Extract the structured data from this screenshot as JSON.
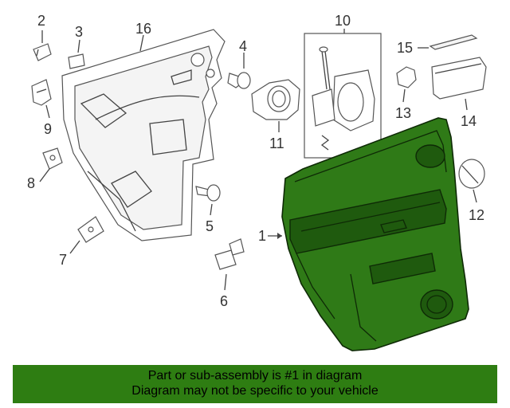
{
  "diagram": {
    "callouts": {
      "c1": "1",
      "c2": "2",
      "c3": "3",
      "c4": "4",
      "c5": "5",
      "c6": "6",
      "c7": "7",
      "c8": "8",
      "c9": "9",
      "c10": "10",
      "c11": "11",
      "c12": "12",
      "c13": "13",
      "c14": "14",
      "c15": "15",
      "c16": "16"
    },
    "highlighted_part": "1",
    "colors": {
      "highlight": "#2f7a17",
      "footer_bg": "#2e7d12",
      "line": "#444444"
    }
  },
  "footer": {
    "line1": "Part or sub-assembly is #1 in diagram",
    "line2": "Diagram may not be specific to your vehicle"
  }
}
